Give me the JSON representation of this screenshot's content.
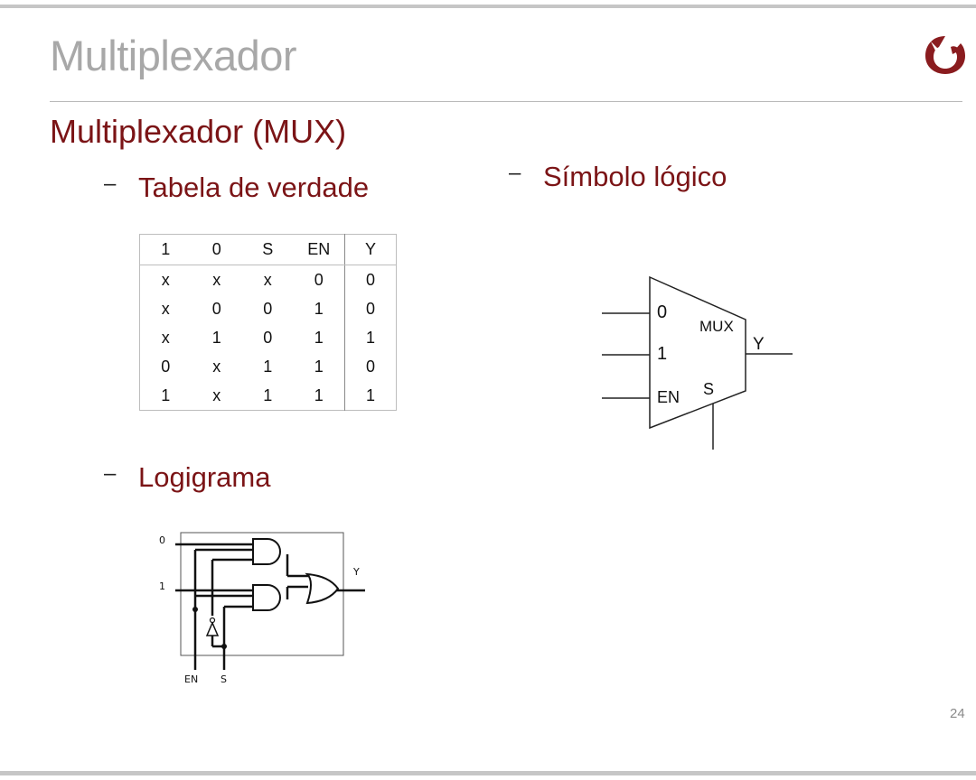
{
  "slide": {
    "title": "Multiplexador",
    "heading": "Multiplexador (MUX)",
    "page_number": "24"
  },
  "bullets": {
    "truth_table": "Tabela de verdade",
    "symbol": "Símbolo lógico",
    "logigram": "Logigrama",
    "dash": "–"
  },
  "truth_table": {
    "headers": [
      "1",
      "0",
      "S",
      "EN",
      "Y"
    ],
    "rows": [
      [
        "x",
        "x",
        "x",
        "0",
        "0"
      ],
      [
        "x",
        "0",
        "0",
        "1",
        "0"
      ],
      [
        "x",
        "1",
        "0",
        "1",
        "1"
      ],
      [
        "0",
        "x",
        "1",
        "1",
        "0"
      ],
      [
        "1",
        "x",
        "1",
        "1",
        "1"
      ]
    ]
  },
  "symbol": {
    "input_0": "0",
    "input_1": "1",
    "input_en": "EN",
    "block_label": "MUX",
    "output": "Y",
    "select": "S"
  },
  "logigram": {
    "input_0": "0",
    "input_1": "1",
    "output": "Y",
    "en": "EN",
    "s": "S"
  },
  "colors": {
    "accent": "#7b1416",
    "title_gray": "#a8a8a8",
    "rule_gray": "#c6c6c6"
  },
  "icons": {
    "logo": "university-logo"
  }
}
